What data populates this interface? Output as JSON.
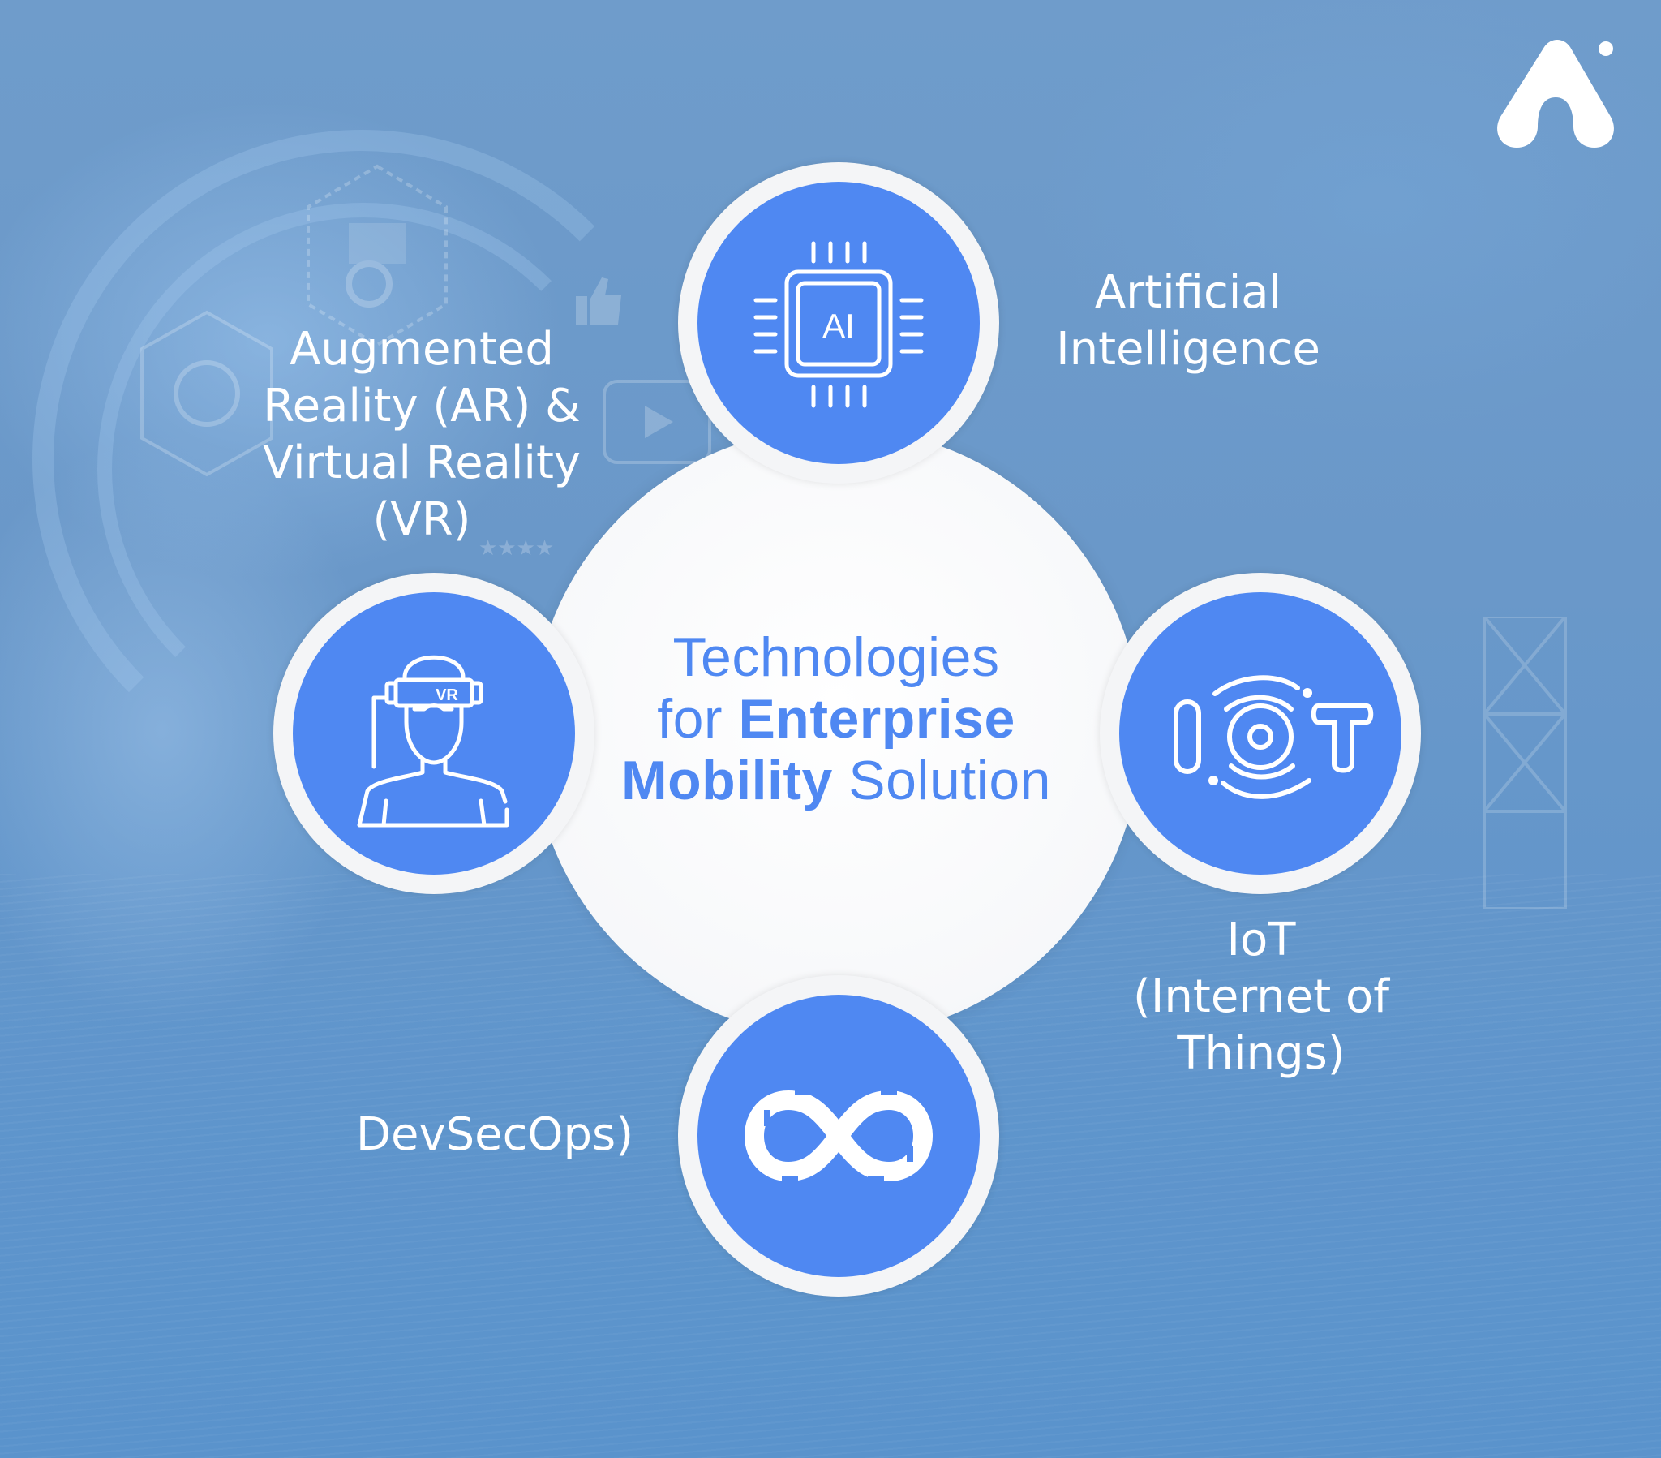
{
  "brand": {
    "logo_icon": "brand-logo-icon",
    "colors": {
      "accent_blue": "#4f88f2",
      "ring_white": "#f4f5f7",
      "background_blue": "#6a98c9",
      "label_white": "#ffffff"
    }
  },
  "center": {
    "title_line1": "Technologies",
    "title_line2_prefix": "for ",
    "title_line2_bold": "Enterprise",
    "title_line3_bold": "Mobility",
    "title_line3_suffix": " Solution"
  },
  "nodes": [
    {
      "id": "ai",
      "icon": "ai-chip-icon",
      "icon_text": "AI",
      "label_lines": [
        "Artificial",
        "Intelligence"
      ]
    },
    {
      "id": "ar-vr",
      "icon": "vr-headset-person-icon",
      "icon_text": "VR",
      "label_lines": [
        "Augmented",
        "Reality (AR) &",
        "Virtual Reality",
        "(VR)"
      ]
    },
    {
      "id": "iot",
      "icon": "iot-signal-icon",
      "label_lines": [
        "IoT",
        "(Internet of",
        "Things)"
      ]
    },
    {
      "id": "devsecops",
      "icon": "infinity-loop-icon",
      "label_lines": [
        "DevSecOps)"
      ]
    }
  ]
}
